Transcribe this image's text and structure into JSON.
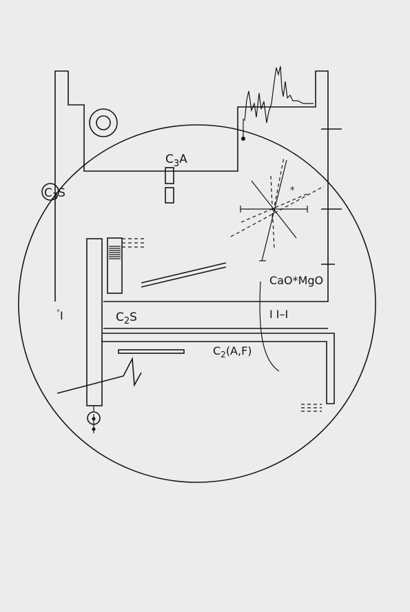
{
  "labels": {
    "c3a": "C3A",
    "c3s": "C3S",
    "c2s": "C2S",
    "c2af": "C2(A,F)",
    "cao_mgo": "CaO*MgO",
    "deg_i": "°I",
    "ii_i": "I I–I",
    "asterisk": "*"
  },
  "colors": {
    "paper": "#ececec",
    "ink": "#151515"
  }
}
